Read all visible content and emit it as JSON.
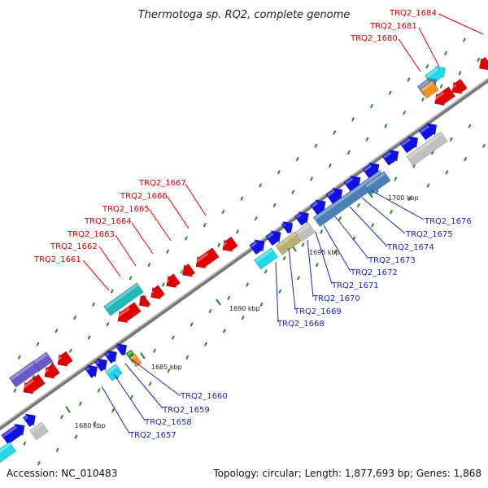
{
  "title": "Thermotoga sp. RQ2, complete genome",
  "accession": "Accession: NC_010483",
  "topology": "Topology: circular; Length: 1,877,693 bp; Genes: 1,868",
  "ticks": [
    "1680 kbp",
    "1685 kbp",
    "1690 kbp",
    "1695 kbp",
    "1700 kbp"
  ],
  "genes_top": [
    "TRQ2_1684",
    "TRQ2_1681",
    "TRQ2_1680"
  ],
  "genes_left": [
    "TRQ2_1667",
    "TRQ2_1666",
    "TRQ2_1665",
    "TRQ2_1664",
    "TRQ2_1663",
    "TRQ2_1662",
    "TRQ2_1661"
  ],
  "genes_right": [
    "TRQ2_1676",
    "TRQ2_1675",
    "TRQ2_1674",
    "TRQ2_1673",
    "TRQ2_1672",
    "TRQ2_1671",
    "TRQ2_1670",
    "TRQ2_1669",
    "TRQ2_1668"
  ],
  "genes_bottom": [
    "TRQ2_1660",
    "TRQ2_1659",
    "TRQ2_1658",
    "TRQ2_1657"
  ],
  "colors": {
    "backbone": "#8a8a8a",
    "forward_gene": "#1010e0",
    "reverse_gene": "#e00000",
    "cyan_gene": "#22d8e8",
    "teal_gene": "#20b8b8",
    "steel_gene": "#4a80b8",
    "khaki_gene": "#b8b070",
    "grey_gene": "#c0c0c0",
    "purple_gene": "#6a5ac8",
    "orange_gene": "#f09020",
    "green_gene": "#20a020",
    "label_red": "#d40000",
    "label_blue": "#1a22c8"
  }
}
